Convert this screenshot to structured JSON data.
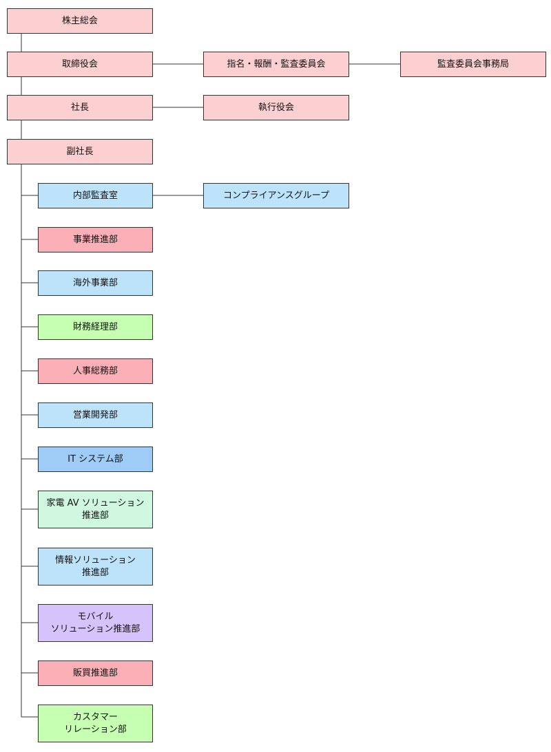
{
  "colors": {
    "pink": "#fcd0d0",
    "rose": "#fbb0b8",
    "light_blue": "#bde3fb",
    "mid_blue": "#9fcbf7",
    "light_green": "#c7ffb2",
    "mint": "#d0f8e0",
    "lavender": "#d7c3fb",
    "line": "#333333"
  },
  "top": {
    "shareholders": "株主総会",
    "board": "取締役会",
    "president": "社長",
    "vice_president": "副社長"
  },
  "side": {
    "nomination_committee": "指名・報酬・監査委員会",
    "audit_office": "監査委員会事務局",
    "executive_officers": "執行役会",
    "compliance_group": "コンプライアンスグループ"
  },
  "departments": {
    "internal_audit": "内部監査室",
    "business_promotion": "事業推進部",
    "overseas_business": "海外事業部",
    "finance_accounting": "財務経理部",
    "hr_general_affairs": "人事総務部",
    "sales_development": "営業開発部",
    "it_system": "IT システム部",
    "home_av_line1": "家電 AV ソリューション",
    "home_av_line2": "推進部",
    "info_solution_line1": "情報ソリューション",
    "info_solution_line2": "推進部",
    "mobile_line1": "モバイル",
    "mobile_line2": "ソリューション推進部",
    "sales_promotion": "販買推進部",
    "customer_line1": "カスタマー",
    "customer_line2": "リレーション部"
  }
}
